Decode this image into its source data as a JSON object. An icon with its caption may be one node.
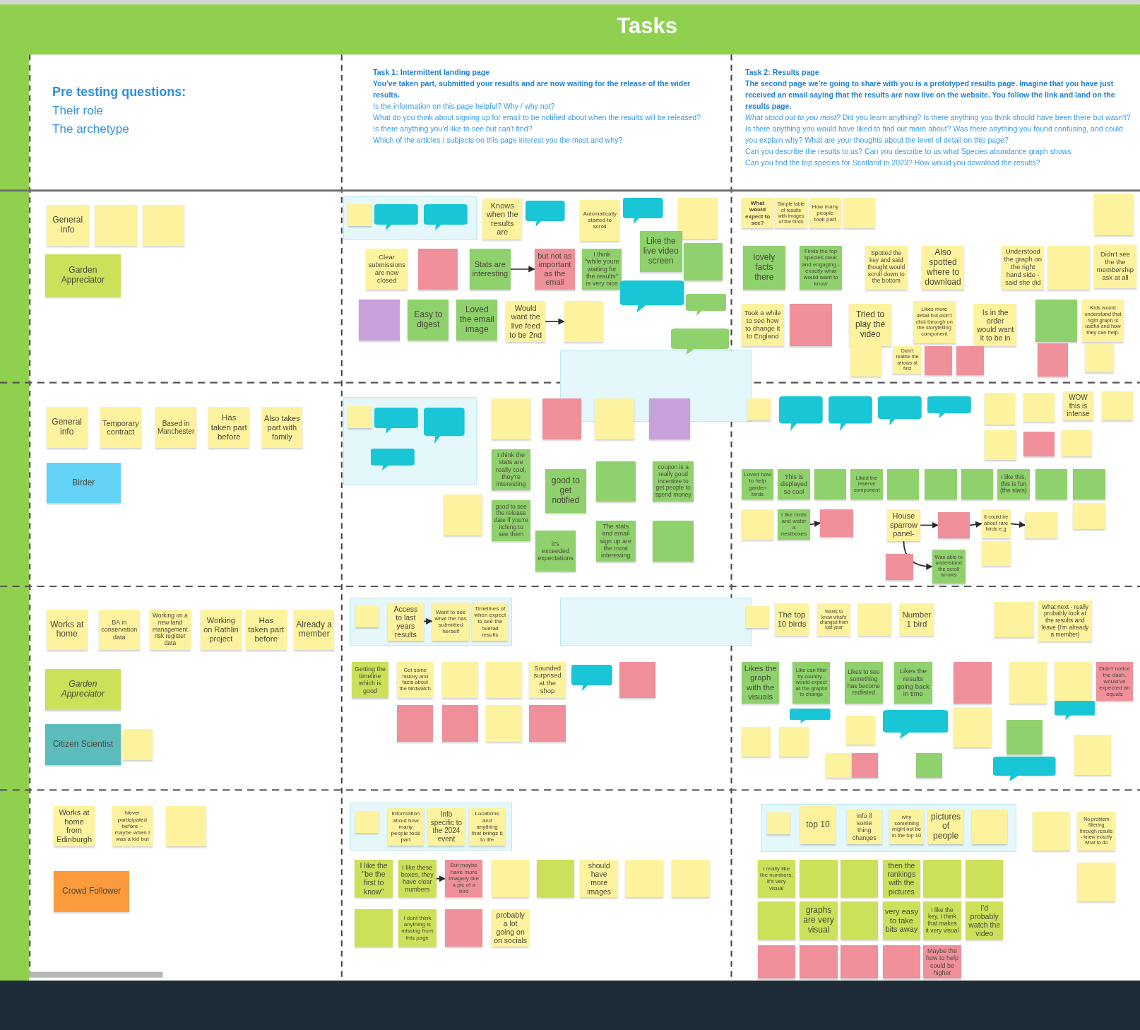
{
  "diagram": {
    "title": "Tasks",
    "nodes": [
      {
        "text": [
          "General info"
        ]
      },
      {
        "text": [],
        "shape": "box"
      },
      {
        "text": [],
        "shape": "box"
      },
      {
        "text": [
          "Garden Appreciator"
        ]
      },
      {
        "text": [],
        "shape": "box"
      },
      {
        "text": [],
        "shape": "box",
        "in": 4
      },
      {
        "text": [],
        "shape": "bubble",
        "in": 4
      },
      {
        "text": [],
        "shape": "bubble",
        "in": 4
      },
      {
        "text": [
          "Knows when the results are"
        ]
      },
      {
        "text": [],
        "shape": "bubble"
      },
      {
        "text": [
          "Automatically started to scroll"
        ]
      },
      {
        "text": [],
        "shape": "bubble"
      },
      {
        "text": [],
        "shape": "box"
      },
      {
        "text": [
          "Like the live video screen"
        ]
      },
      {
        "text": [],
        "shape": "box"
      },
      {
        "text": [
          "Clear submissions are now closed"
        ]
      },
      {
        "text": [],
        "shape": "box"
      },
      {
        "text": [
          "Stats are interesting"
        ]
      },
      {
        "text": [
          "but not as important as the email"
        ]
      },
      {
        "text": [
          "I think \"while youre waiting for the results\" is very nice"
        ]
      },
      {
        "text": [],
        "shape": "bubble"
      },
      {
        "text": [],
        "shape": "bubble"
      },
      {
        "text": [],
        "shape": "bubble"
      },
      {
        "text": [],
        "shape": "box"
      },
      {
        "text": [
          "Easy to digest"
        ]
      },
      {
        "text": [
          "Loved the email image"
        ]
      },
      {
        "text": [
          "Would want the live feed to be 2nd"
        ]
      },
      {
        "text": [],
        "shape": "box"
      },
      {
        "text": [],
        "shape": "box"
      },
      {
        "text": [
          "What would expect to see?"
        ]
      },
      {
        "text": [
          "Simple table of results with images of the birds"
        ]
      },
      {
        "text": [
          "How many people took part"
        ]
      },
      {
        "text": [],
        "shape": "box"
      },
      {
        "text": [],
        "shape": "box"
      },
      {
        "text": [
          "lovely facts there"
        ]
      },
      {
        "text": [
          "Finds the top species clear and engaging - exactly what would want to know"
        ]
      },
      {
        "text": [
          "Spotted the key and said thought would scroll down to the bottom"
        ]
      },
      {
        "text": [
          "Also spotted where to download"
        ]
      },
      {
        "text": [
          "Understood the graph on the right hand side - said she did"
        ]
      },
      {
        "text": [],
        "shape": "box"
      },
      {
        "text": [
          "Didn't see the the membership ask at all"
        ]
      },
      {
        "text": [
          "Took a while to see how to change it to England"
        ]
      },
      {
        "text": [],
        "shape": "box"
      },
      {
        "text": [
          "Tried to play the video"
        ]
      },
      {
        "text": [
          "Likes more detail but didn't click through on the storytelling component"
        ]
      },
      {
        "text": [
          "Is in the order would want it to be in"
        ]
      },
      {
        "text": [],
        "shape": "box"
      },
      {
        "text": [
          "Kids would understand that right graph is useful and how they can help."
        ]
      },
      {
        "text": [],
        "shape": "box"
      },
      {
        "text": [
          "Didn't realise the arrows at first"
        ]
      },
      {
        "text": [],
        "shape": "box"
      },
      {
        "text": [],
        "shape": "box"
      },
      {
        "text": [],
        "shape": "box"
      },
      {
        "text": [],
        "shape": "box"
      },
      {
        "text": [
          "General info"
        ]
      },
      {
        "text": [
          "Temporary contract"
        ]
      },
      {
        "text": [
          "Based in Manchester"
        ]
      },
      {
        "text": [
          "Has taken part before"
        ]
      },
      {
        "text": [
          "Also takes part with family"
        ]
      },
      {
        "text": [
          "Birder"
        ]
      },
      {
        "text": [],
        "shape": "box"
      },
      {
        "text": [],
        "shape": "box",
        "in": 60
      },
      {
        "text": [],
        "shape": "bubble",
        "in": 60
      },
      {
        "text": [],
        "shape": "bubble",
        "in": 60
      },
      {
        "text": [],
        "shape": "bubble",
        "in": 60
      },
      {
        "text": [],
        "shape": "box"
      },
      {
        "text": [],
        "shape": "box"
      },
      {
        "text": [],
        "shape": "box"
      },
      {
        "text": [],
        "shape": "box"
      },
      {
        "text": [
          "I think the stats are really cool, they're interesting"
        ]
      },
      {
        "text": [
          "good to get notified"
        ]
      },
      {
        "text": [],
        "shape": "box"
      },
      {
        "text": [
          "coupon is a really good incentive to get people to spend money"
        ]
      },
      {
        "text": [],
        "shape": "box"
      },
      {
        "text": [
          "good to see the release date if you're itching to see them"
        ]
      },
      {
        "text": [
          "it's exceeded expectations"
        ]
      },
      {
        "text": [
          "The stats and email sign up are the most interesting"
        ]
      },
      {
        "text": [],
        "shape": "box"
      },
      {
        "text": [],
        "shape": "box"
      },
      {
        "text": [],
        "shape": "bubble"
      },
      {
        "text": [],
        "shape": "bubble"
      },
      {
        "text": [],
        "shape": "bubble"
      },
      {
        "text": [],
        "shape": "bubble"
      },
      {
        "text": [],
        "shape": "box"
      },
      {
        "text": [],
        "shape": "box"
      },
      {
        "text": [
          "WOW this is intense"
        ]
      },
      {
        "text": [],
        "shape": "box"
      },
      {
        "text": [],
        "shape": "box"
      },
      {
        "text": [],
        "shape": "box"
      },
      {
        "text": [],
        "shape": "box"
      },
      {
        "text": [
          "Loved how to help garden birds"
        ]
      },
      {
        "text": [
          "This is displayed so cool"
        ]
      },
      {
        "text": [],
        "shape": "box"
      },
      {
        "text": [
          "Liked the reserve component"
        ]
      },
      {
        "text": [],
        "shape": "box"
      },
      {
        "text": [],
        "shape": "box"
      },
      {
        "text": [],
        "shape": "box"
      },
      {
        "text": [
          "I like this, this is fun (the stats)"
        ]
      },
      {
        "text": [],
        "shape": "box"
      },
      {
        "text": [],
        "shape": "box"
      },
      {
        "text": [],
        "shape": "box"
      },
      {
        "text": [],
        "shape": "box"
      },
      {
        "text": [
          "I like birds and water a nestboxes"
        ]
      },
      {
        "text": [],
        "shape": "box"
      },
      {
        "text": [
          "House sparrow panel-"
        ]
      },
      {
        "text": [],
        "shape": "box"
      },
      {
        "text": [
          "It could be about rare birds e.g"
        ]
      },
      {
        "text": [],
        "shape": "box"
      },
      {
        "text": [],
        "shape": "box"
      },
      {
        "text": [],
        "shape": "box"
      },
      {
        "text": [
          "Was able to understand the scroll arrows"
        ]
      },
      {
        "text": [
          "Works at home"
        ]
      },
      {
        "text": [
          "BA in conservation data"
        ]
      },
      {
        "text": [
          "Working on a new land management risk register data"
        ]
      },
      {
        "text": [
          "Working on Rathlin project"
        ]
      },
      {
        "text": [
          "Has taken part before"
        ]
      },
      {
        "text": [
          "Already a member"
        ]
      },
      {
        "text": [
          "Garden Appreciator"
        ]
      },
      {
        "text": [
          "Citizen Scientist"
        ]
      },
      {
        "text": [],
        "shape": "box"
      },
      {
        "text": [],
        "shape": "box"
      },
      {
        "text": [],
        "shape": "box",
        "in": 120
      },
      {
        "text": [
          "Access to last years results"
        ],
        "in": 120
      },
      {
        "text": [
          "Want to see what the has submitted herself"
        ],
        "in": 120
      },
      {
        "text": [
          "Timelines of when expect to see the overall results"
        ],
        "in": 120
      },
      {
        "text": [],
        "shape": "box"
      },
      {
        "text": [
          "Getting the timeline which is good"
        ]
      },
      {
        "text": [
          "Got some history and facts about the birdwatch"
        ]
      },
      {
        "text": [],
        "shape": "box"
      },
      {
        "text": [],
        "shape": "box"
      },
      {
        "text": [
          "Sounded surprised at the shop"
        ]
      },
      {
        "text": [],
        "shape": "bubble"
      },
      {
        "text": [],
        "shape": "box"
      },
      {
        "text": [],
        "shape": "box"
      },
      {
        "text": [],
        "shape": "box"
      },
      {
        "text": [],
        "shape": "box"
      },
      {
        "text": [],
        "shape": "box"
      },
      {
        "text": [],
        "shape": "box"
      },
      {
        "text": [
          "The top 10 birds"
        ]
      },
      {
        "text": [
          "Wants to know what's changed from last year"
        ]
      },
      {
        "text": [],
        "shape": "box"
      },
      {
        "text": [
          "Number 1 bird"
        ]
      },
      {
        "text": [],
        "shape": "box"
      },
      {
        "text": [
          "What next - really probably look at the results and leave (I'm already a member)"
        ]
      },
      {
        "text": [
          "Likes the graph with the visuals"
        ]
      },
      {
        "text": [
          "Like can filter by country - would expect all the graphs to change"
        ]
      },
      {
        "text": [
          "Likes to see something has become redlisted"
        ]
      },
      {
        "text": [
          "Likes the results going back in time"
        ]
      },
      {
        "text": [],
        "shape": "box"
      },
      {
        "text": [],
        "shape": "box"
      },
      {
        "text": [],
        "shape": "box"
      },
      {
        "text": [
          "Didn't notice the dash, would've expected an equals"
        ]
      },
      {
        "text": [],
        "shape": "bubble"
      },
      {
        "text": [],
        "shape": "box"
      },
      {
        "text": [],
        "shape": "box"
      },
      {
        "text": [],
        "shape": "box"
      },
      {
        "text": [],
        "shape": "bubble"
      },
      {
        "text": [],
        "shape": "box"
      },
      {
        "text": [],
        "shape": "box"
      },
      {
        "text": [],
        "shape": "bubble"
      },
      {
        "text": [],
        "shape": "box"
      },
      {
        "text": [],
        "shape": "box"
      },
      {
        "text": [],
        "shape": "box"
      },
      {
        "text": [],
        "shape": "box"
      },
      {
        "text": [],
        "shape": "bubble"
      },
      {
        "text": [
          "Works at home from Edinburgh"
        ]
      },
      {
        "text": [
          "Never participated before – maybe when I was a kid but"
        ]
      },
      {
        "text": [],
        "shape": "box"
      },
      {
        "text": [
          "Crowd Follower"
        ]
      },
      {
        "text": [],
        "shape": "box"
      },
      {
        "text": [],
        "shape": "box",
        "in": 169
      },
      {
        "text": [
          "Information about how many people took part"
        ],
        "in": 169
      },
      {
        "text": [
          "Info specific to the 2024 event"
        ],
        "in": 169
      },
      {
        "text": [
          "Locations and anything that brings it to life"
        ],
        "in": 169
      },
      {
        "text": [
          "I like the \"be the first to know\""
        ]
      },
      {
        "text": [
          "I like these boxes, they have clear numbers"
        ]
      },
      {
        "text": [
          "But maybe have more imagery like a pic of a bird"
        ]
      },
      {
        "text": [],
        "shape": "box"
      },
      {
        "text": [],
        "shape": "box"
      },
      {
        "text": [
          "should have more images"
        ]
      },
      {
        "text": [],
        "shape": "box"
      },
      {
        "text": [],
        "shape": "box"
      },
      {
        "text": [],
        "shape": "box"
      },
      {
        "text": [
          "I dont think anything is missing from this page"
        ]
      },
      {
        "text": [],
        "shape": "box"
      },
      {
        "text": [
          "probably a lot going on on socials"
        ]
      },
      {
        "text": [],
        "shape": "box"
      },
      {
        "text": [],
        "shape": "box",
        "in": 186
      },
      {
        "text": [
          "top 10"
        ],
        "in": 186
      },
      {
        "text": [
          "info if some thing changes"
        ],
        "in": 186
      },
      {
        "text": [
          "why something might not be in the top 10"
        ],
        "in": 186
      },
      {
        "text": [
          "pictures of people"
        ],
        "in": 186
      },
      {
        "text": [],
        "shape": "box",
        "in": 186
      },
      {
        "text": [],
        "shape": "box"
      },
      {
        "text": [
          "No problem filtering through results - knew exactly what to do"
        ]
      },
      {
        "text": [
          "I really like the numbers, it's very visual"
        ]
      },
      {
        "text": [],
        "shape": "box"
      },
      {
        "text": [],
        "shape": "box"
      },
      {
        "text": [
          "then the rankings with the pictures"
        ]
      },
      {
        "text": [],
        "shape": "box"
      },
      {
        "text": [],
        "shape": "box"
      },
      {
        "text": [],
        "shape": "box"
      },
      {
        "text": [
          "graphs are very visual"
        ]
      },
      {
        "text": [],
        "shape": "box"
      },
      {
        "text": [
          "very easy to take bits away"
        ]
      },
      {
        "text": [
          "I like the key, I think that makes it very visual"
        ]
      },
      {
        "text": [
          "I'd probably watch the video"
        ]
      },
      {
        "text": [],
        "shape": "box"
      },
      {
        "text": [],
        "shape": "box"
      },
      {
        "text": [],
        "shape": "box"
      },
      {
        "text": [],
        "shape": "box"
      },
      {
        "text": [],
        "shape": "box"
      },
      {
        "text": [
          "Maybe the how to help could be higher"
        ]
      }
    ],
    "edges": [
      {
        "from": 17,
        "to": 18,
        "arrow": "to"
      },
      {
        "from": 26,
        "to": 27,
        "arrow": "to"
      },
      {
        "from": 102,
        "to": 103,
        "arrow": "to"
      },
      {
        "from": 104,
        "to": 105,
        "arrow": "to"
      },
      {
        "from": 105,
        "to": 106,
        "arrow": "to"
      },
      {
        "from": 106,
        "to": 107,
        "arrow": "to"
      },
      {
        "from": 104,
        "to": 110,
        "arrow": "to"
      },
      {
        "from": 122,
        "to": 123,
        "arrow": "to"
      },
      {
        "from": 175,
        "to": 176,
        "arrow": "to"
      }
    ],
    "labels": [
      "Pre testing questions:",
      "Their role",
      "The archetype",
      "Task 1: Intermittent landing page",
      "You've taken part, submitted your results and are now waiting for the release of the wider results.",
      "Is the information on this page helpful? Why / why not?",
      "What do you think about signing up for email to be notified about when the results will be released?",
      "Is there anything you'd like to see but can't find?",
      "Which of the articles / subjects on this page interest you the most and why?",
      "Task 2: Results page",
      "The second page we're going to share with you is a prototyped results page. Imagine that you have just received an email saying that the results are now live on the website. You follow the link and land on the results page.",
      "*What stood out to you most?* Did you learn anything? Is there anything you think should have been there but wasn't? Is there anything you would have liked to find out more about?  Was there anything you found confusing, and could you explain why? What are your thoughts about the level of detail on this page?",
      "Can you describe the results to us? Can you describe to us what Species abundance graph shows",
      "Can you find the top species for Scotland in 2023? How would you download the results?"
    ]
  }
}
